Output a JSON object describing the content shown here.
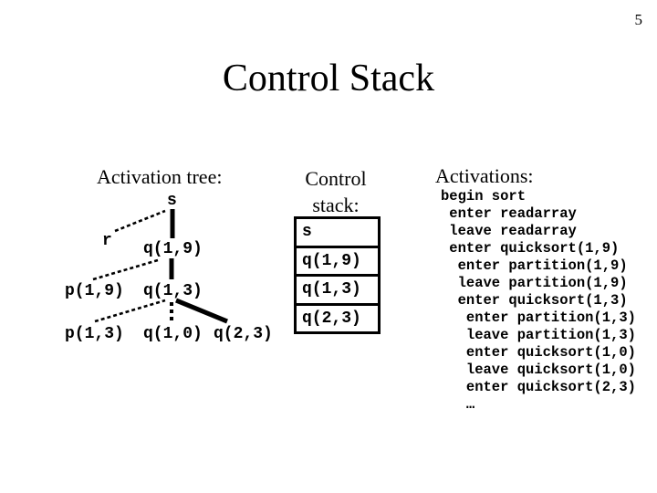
{
  "page": {
    "number": "5"
  },
  "title": "Control Stack",
  "colors": {
    "foreground": "#000000",
    "background": "#ffffff"
  },
  "activation_tree": {
    "heading": "Activation tree:",
    "node_labels": [
      "s",
      "r",
      "q(1,9)",
      "p(1,9)",
      "q(1,3)",
      "p(1,3)",
      "q(1,0)",
      "q(2,3)"
    ],
    "edges": [
      {
        "from": "s",
        "to": "r",
        "style": "dashed"
      },
      {
        "from": "s",
        "to": "q(1,9)",
        "style": "solid"
      },
      {
        "from": "q(1,9)",
        "to": "p(1,9)",
        "style": "dashed"
      },
      {
        "from": "q(1,9)",
        "to": "q(1,3)",
        "style": "solid"
      },
      {
        "from": "q(1,3)",
        "to": "p(1,3)",
        "style": "dashed"
      },
      {
        "from": "q(1,3)",
        "to": "q(1,0)",
        "style": "dotted"
      },
      {
        "from": "q(1,3)",
        "to": "q(2,3)",
        "style": "solid"
      }
    ]
  },
  "control_stack": {
    "heading_line1": "Control",
    "heading_line2": "stack:",
    "frames": [
      "s",
      "q(1,9)",
      "q(1,3)",
      "q(2,3)"
    ]
  },
  "activations": {
    "heading": "Activations:",
    "lines": [
      "begin sort",
      " enter readarray",
      " leave readarray",
      " enter quicksort(1,9)",
      "  enter partition(1,9)",
      "  leave partition(1,9)",
      "  enter quicksort(1,3)",
      "   enter partition(1,3)",
      "   leave partition(1,3)",
      "   enter quicksort(1,0)",
      "   leave quicksort(1,0)",
      "   enter quicksort(2,3)",
      "   …"
    ]
  }
}
